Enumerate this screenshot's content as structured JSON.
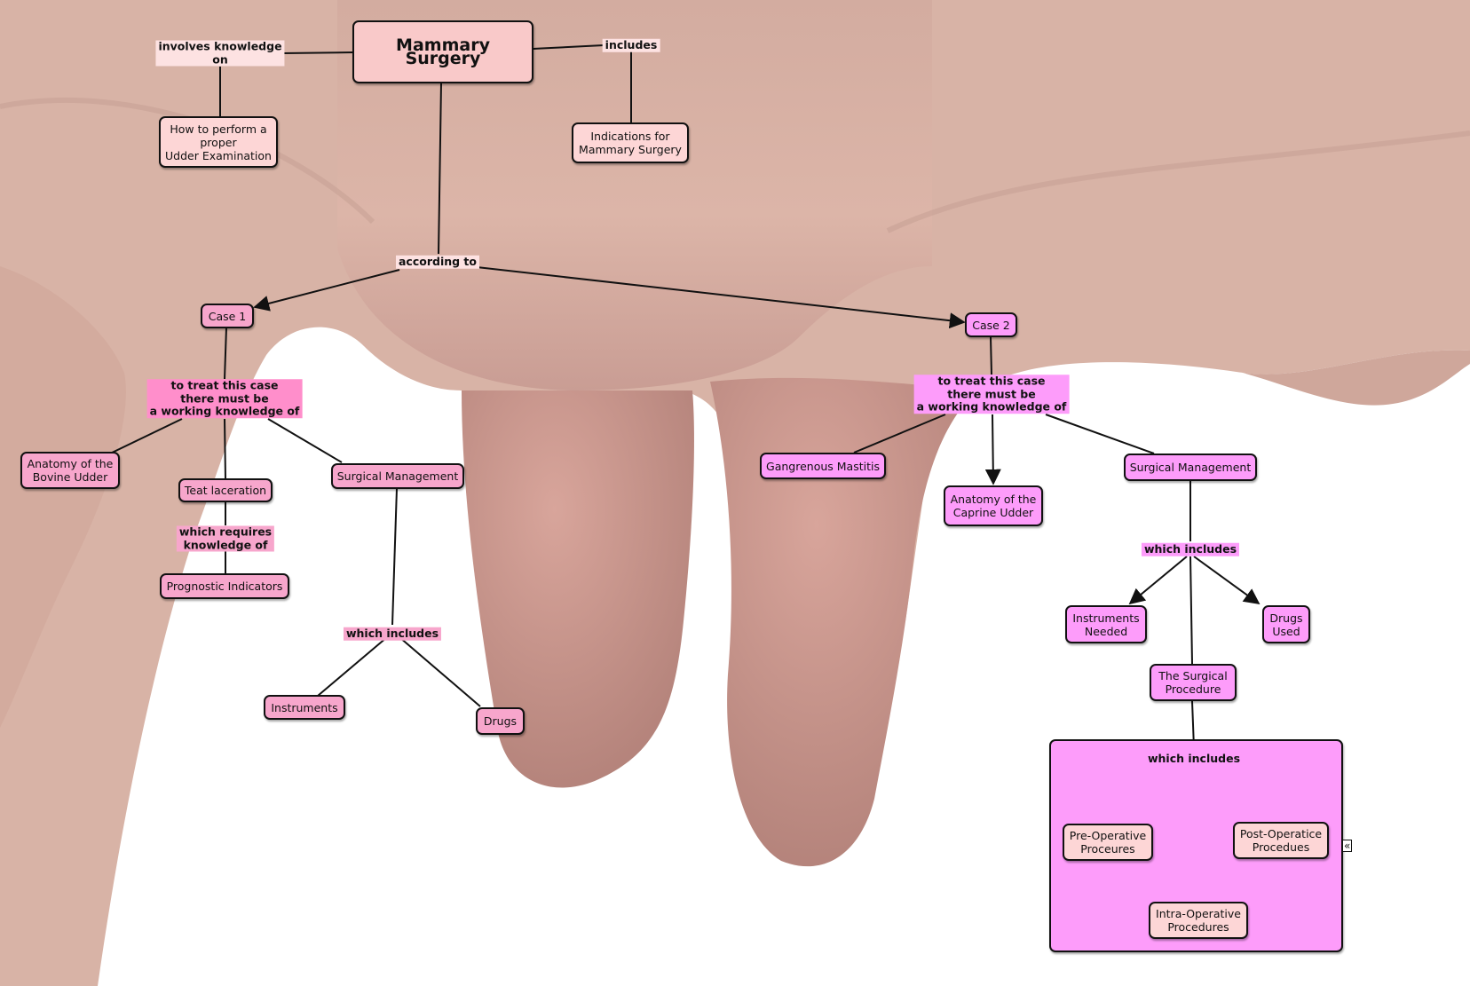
{
  "colors": {
    "root": "#f9c9c9",
    "top_nodes": "#fdd6d6",
    "case1_nodes": "#f7a6cc",
    "case1_label": "#ff8ecb",
    "case2_nodes": "#fd9cfa",
    "stroke": "#111111"
  },
  "nodes": {
    "root": "Mammary Surgery",
    "udder_exam": "How to perform a\nproper\nUdder Examination",
    "indications": "Indications for\nMammary Surgery",
    "case1": "Case 1",
    "case2": "Case 2",
    "anatomy_bovine": "Anatomy of the\nBovine Udder",
    "teat_laceration": "Teat laceration",
    "prognostic": "Prognostic Indicators",
    "surgical_mgmt_1": "Surgical Management",
    "instruments_1": "Instruments",
    "drugs_1": "Drugs",
    "gangrenous": "Gangrenous Mastitis",
    "anatomy_caprine": "Anatomy of the\nCaprine Udder",
    "surgical_mgmt_2": "Surgical Management",
    "instruments_needed": "Instruments\nNeeded",
    "drugs_used": "Drugs\nUsed",
    "surgical_procedure": "The Surgical\nProcedure",
    "pre_op": "Pre-Operative\nProceures",
    "post_op": "Post-Operatice\nProcedues",
    "intra_op": "Intra-Operative\nProcedures"
  },
  "labels": {
    "involves": "involves knowledge\non",
    "includes": "includes",
    "according_to": "according to",
    "treat_case1": "to treat this case\nthere must be\na working knowledge of",
    "treat_case2": "to treat this case\nthere must be\na working knowledge of",
    "which_requires": "which requires\nknowledge of",
    "which_includes_1": "which includes",
    "which_includes_2": "which includes",
    "which_includes_3": "which includes"
  },
  "expand_glyph": "«"
}
